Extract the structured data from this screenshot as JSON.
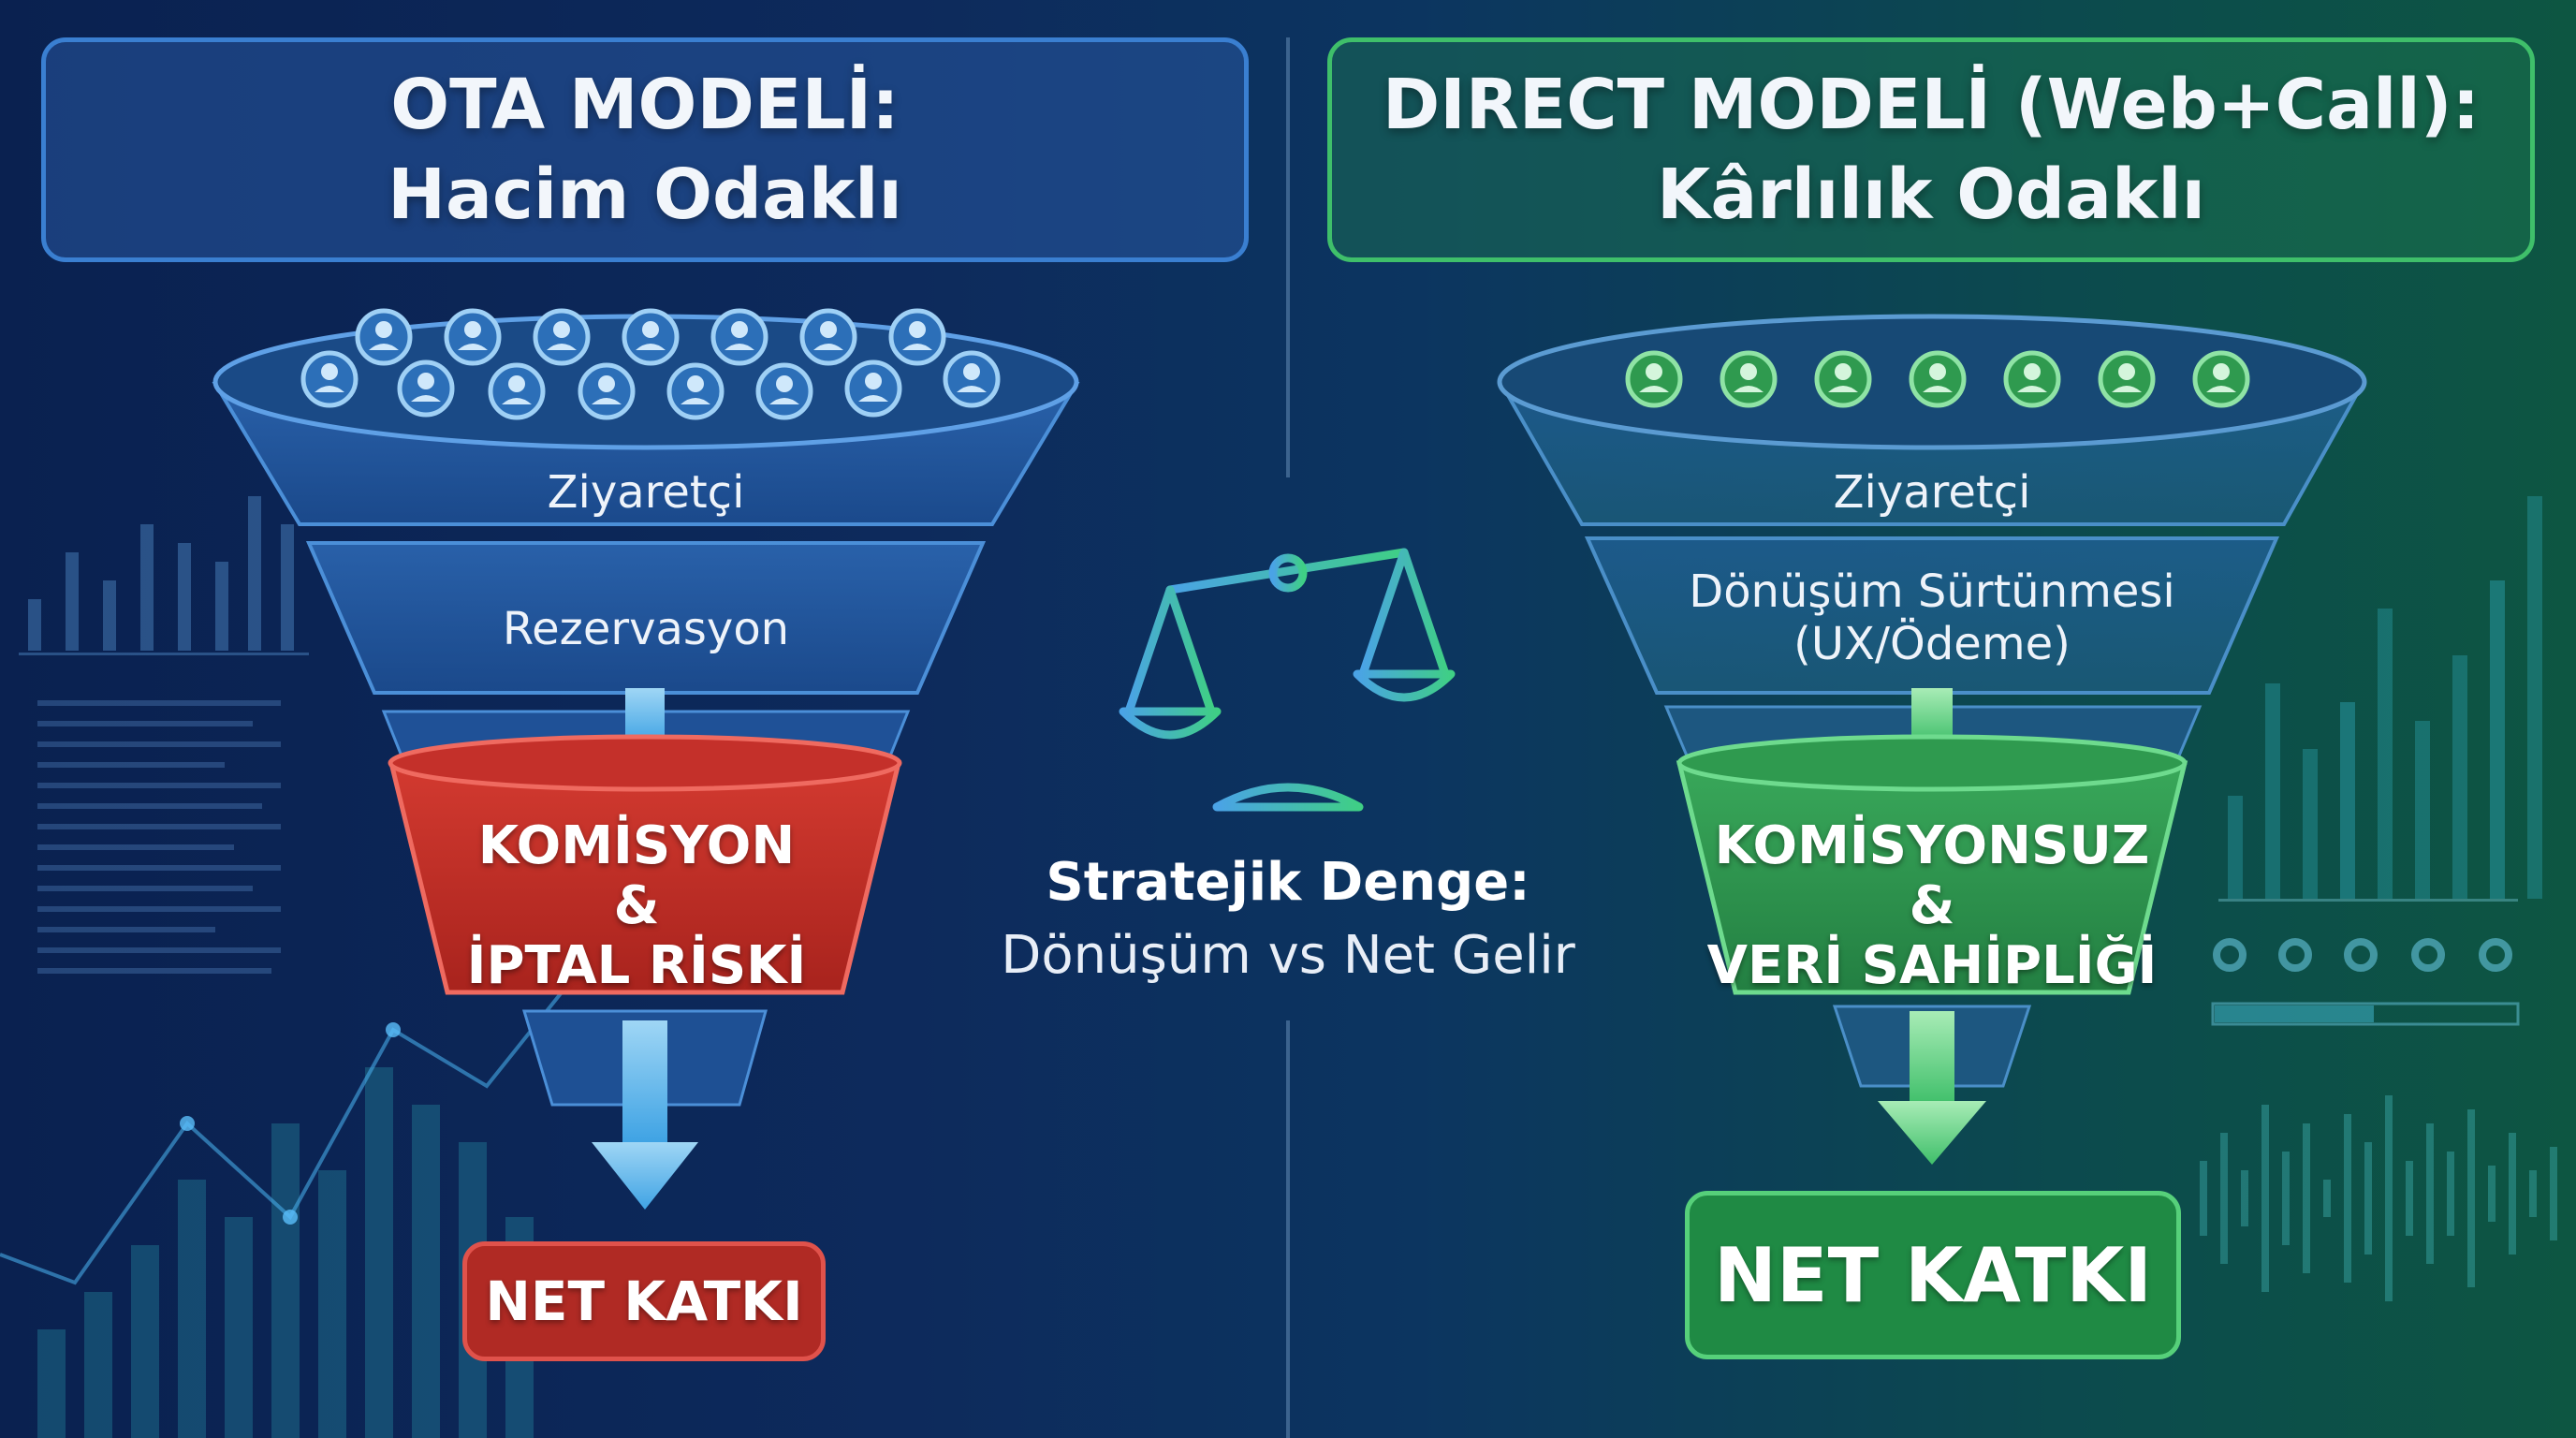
{
  "ota": {
    "title_line1": "OTA MODELİ:",
    "title_line2": "Hacim Odaklı",
    "stage_visitor": "Ziyaretçi",
    "stage_booking": "Rezervasyon",
    "risk_line1": "KOMİSYON",
    "risk_line2": "&",
    "risk_line3": "İPTAL RİSKİ",
    "net": "NET KATKI",
    "visitor_icon_count": 15
  },
  "direct": {
    "title_line1": "DIRECT MODELİ (Web+Call):",
    "title_line2": "Kârlılık Odaklı",
    "stage_visitor": "Ziyaretçi",
    "friction_line1": "Dönüşüm Sürtünmesi",
    "friction_line2": "(UX/Ödeme)",
    "benefit_line1": "KOMİSYONSUZ",
    "benefit_line2": "&",
    "benefit_line3": "VERİ SAHİPLİĞİ",
    "net": "NET KATKI",
    "visitor_icon_count": 7
  },
  "center": {
    "title": "Stratejik Denge:",
    "subtitle": "Dönüşüm vs Net Gelir",
    "icon": "balance-scale-icon"
  },
  "colors": {
    "ota_accent": "#3a7fd1",
    "direct_accent": "#3fbf6a",
    "ota_risk": "#c0312b",
    "direct_benefit": "#2f9a4f"
  }
}
